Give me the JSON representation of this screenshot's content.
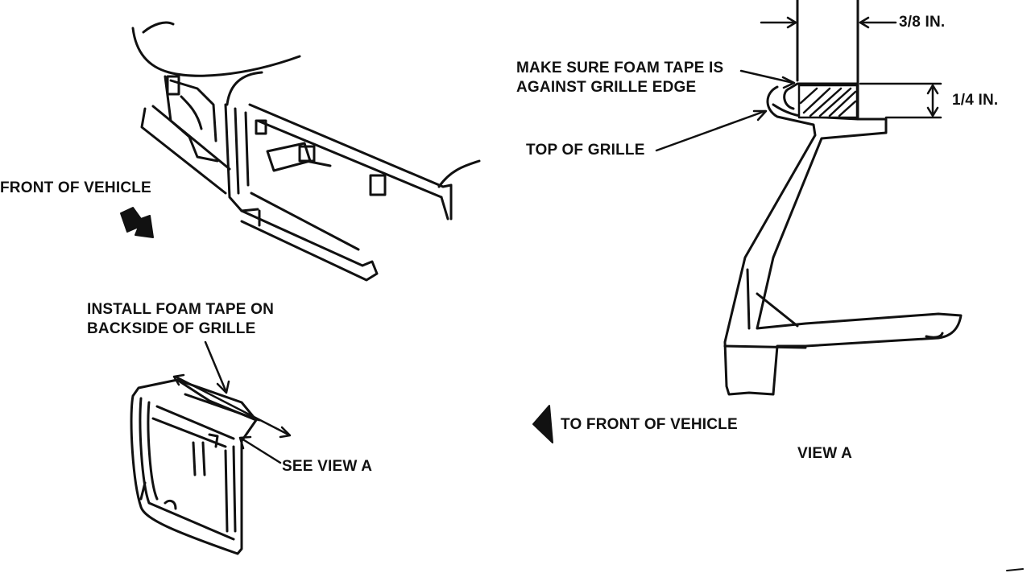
{
  "labels": {
    "front_of_vehicle": "FRONT OF VEHICLE",
    "install_foam_line1": "INSTALL FOAM TAPE ON",
    "install_foam_line2": "BACKSIDE OF GRILLE",
    "see_view_a": "SEE VIEW A",
    "make_sure_line1": "MAKE SURE FOAM TAPE IS",
    "make_sure_line2": "AGAINST GRILLE EDGE",
    "top_of_grille": "TOP OF GRILLE",
    "dim_width": "3/8 IN.",
    "dim_height": "1/4 IN.",
    "to_front_of_vehicle": "TO FRONT OF VEHICLE",
    "view_a": "VIEW A"
  },
  "colors": {
    "ink": "#111111",
    "paper": "#ffffff"
  }
}
